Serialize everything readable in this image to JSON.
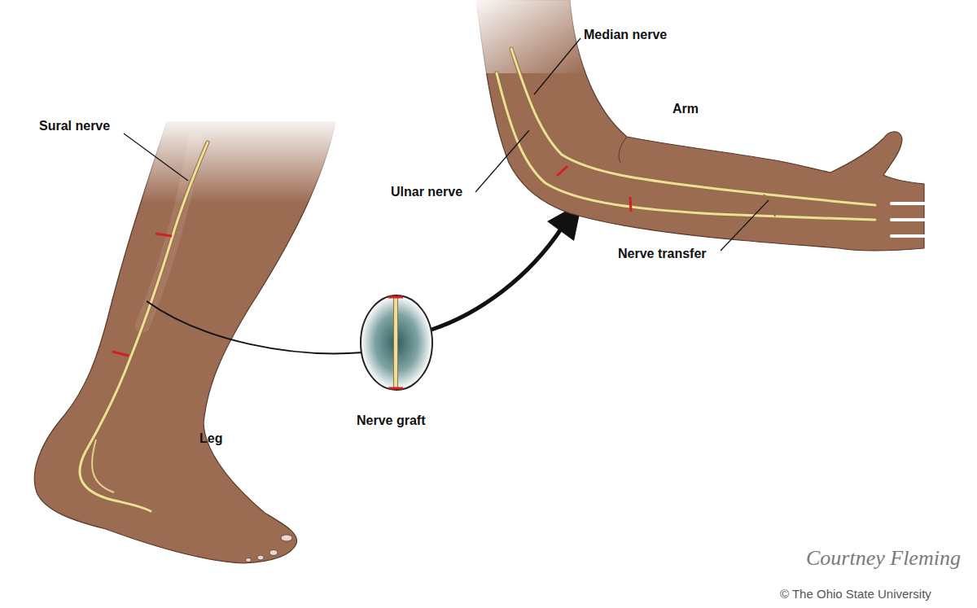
{
  "diagram": {
    "labels": [
      "Sural nerve",
      "Median nerve",
      "Arm",
      "Ulnar nerve",
      "Nerve transfer",
      "Nerve graft",
      "Leg",
      "Courtney Fleming",
      "© The Ohio State University"
    ]
  }
}
